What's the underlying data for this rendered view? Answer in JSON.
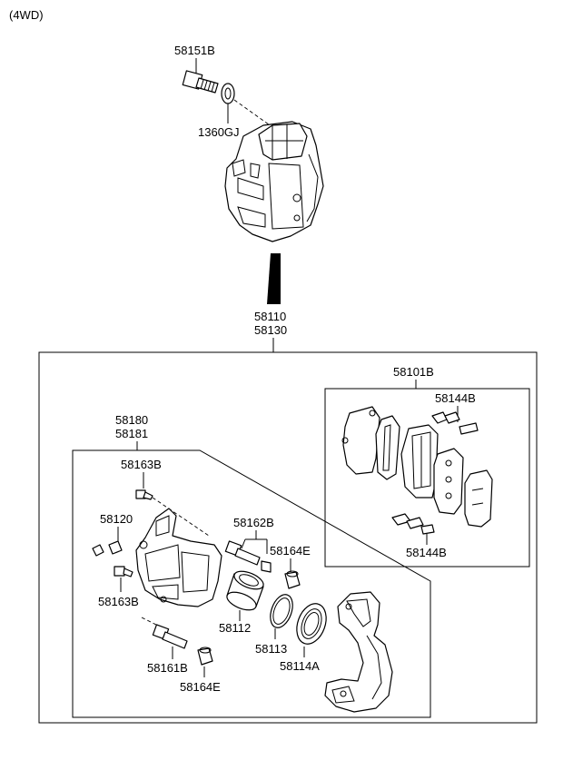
{
  "header": {
    "variant": "(4WD)"
  },
  "labels": {
    "l58151B": "58151B",
    "l1360GJ": "1360GJ",
    "l58110": "58110",
    "l58130": "58130",
    "l58101B": "58101B",
    "l58144B_top": "58144B",
    "l58144B_bot": "58144B",
    "l58180": "58180",
    "l58181": "58181",
    "l58163B_top": "58163B",
    "l58120": "58120",
    "l58163B_bot": "58163B",
    "l58162B": "58162B",
    "l58164E_top": "58164E",
    "l58112": "58112",
    "l58113": "58113",
    "l58114A": "58114A",
    "l58161B": "58161B",
    "l58164E_bot": "58164E"
  },
  "colors": {
    "line": "#000000",
    "background": "#ffffff"
  }
}
